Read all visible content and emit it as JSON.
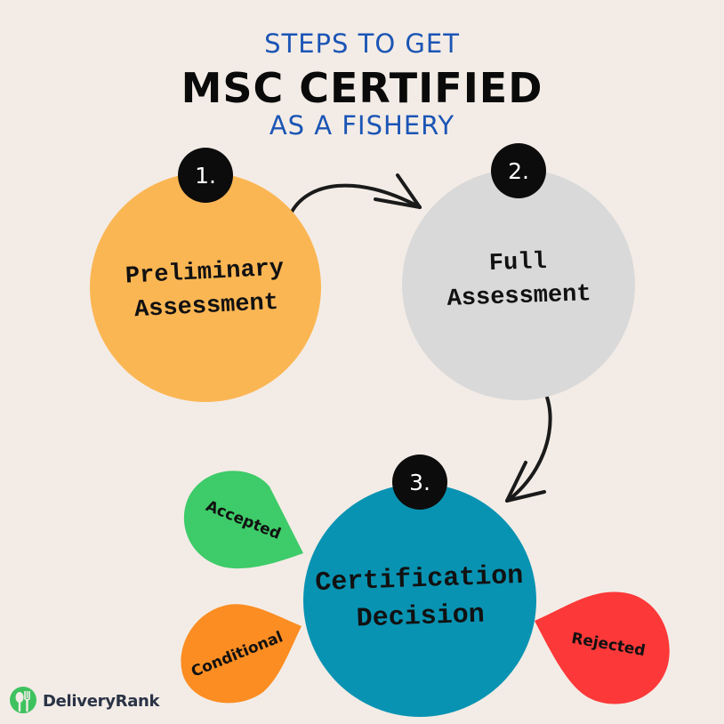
{
  "title": {
    "line1": "STEPS TO GET",
    "line2": "MSC CERTIFIED",
    "line3": "AS A FISHERY"
  },
  "colors": {
    "background": "#f3ece6",
    "title_blue": "#1b55b5",
    "step1": "#fbb654",
    "step2": "#d9d9d9",
    "step3": "#0993b2",
    "accepted": "#3ecb69",
    "conditional": "#fb8d22",
    "rejected": "#fd3838",
    "logo_green": "#3ec25f"
  },
  "steps": [
    {
      "number": "1.",
      "line1": "Preliminary",
      "line2": "Assessment"
    },
    {
      "number": "2.",
      "line1": "Full",
      "line2": "Assessment"
    },
    {
      "number": "3.",
      "line1": "Certification",
      "line2": "Decision"
    }
  ],
  "outcomes": {
    "accepted": "Accepted",
    "conditional": "Conditional",
    "rejected": "Rejected"
  },
  "brand": {
    "name": "DeliveryRank",
    "icon": "fork-spoon-icon"
  }
}
